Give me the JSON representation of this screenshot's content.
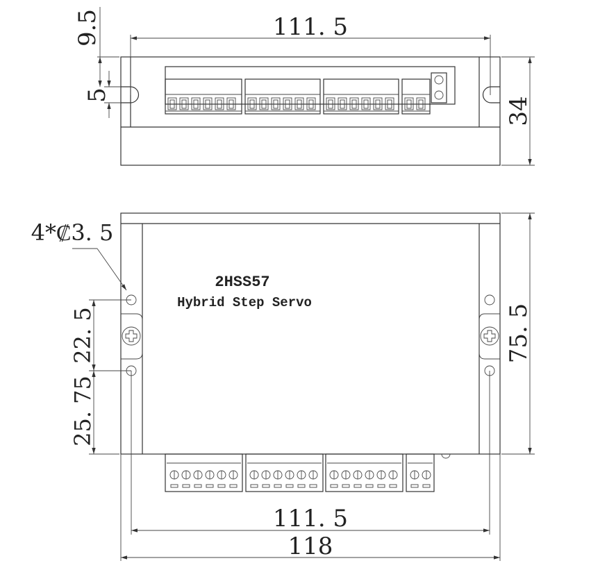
{
  "drawing": {
    "product": {
      "model": "2HSS57",
      "description": "Hybrid Step Servo"
    },
    "top_view": {
      "dimensions": {
        "mount_hole_spacing": "111.5",
        "slot_offset": "9.5",
        "slot_width": "5",
        "height": "34"
      },
      "connectors": [
        {
          "name": "connector-1",
          "pins": 6
        },
        {
          "name": "connector-2",
          "pins": 6
        },
        {
          "name": "connector-3",
          "pins": 6
        },
        {
          "name": "connector-4",
          "pins": 2
        }
      ],
      "led_count": 2
    },
    "front_view": {
      "dimensions": {
        "hole_callout": "4*Ø3.5",
        "hole_callout_display": "4*₡3. 5",
        "upper_spacing": "22. 5",
        "lower_spacing": "25. 75",
        "height": "75. 5",
        "hole_spacing_width": "111. 5",
        "overall_width": "118"
      },
      "connectors": [
        {
          "name": "connector-1",
          "pins": 6
        },
        {
          "name": "connector-2",
          "pins": 6
        },
        {
          "name": "connector-3",
          "pins": 6
        },
        {
          "name": "connector-4",
          "pins": 2
        }
      ]
    },
    "top_dim_label": "111. 5"
  }
}
